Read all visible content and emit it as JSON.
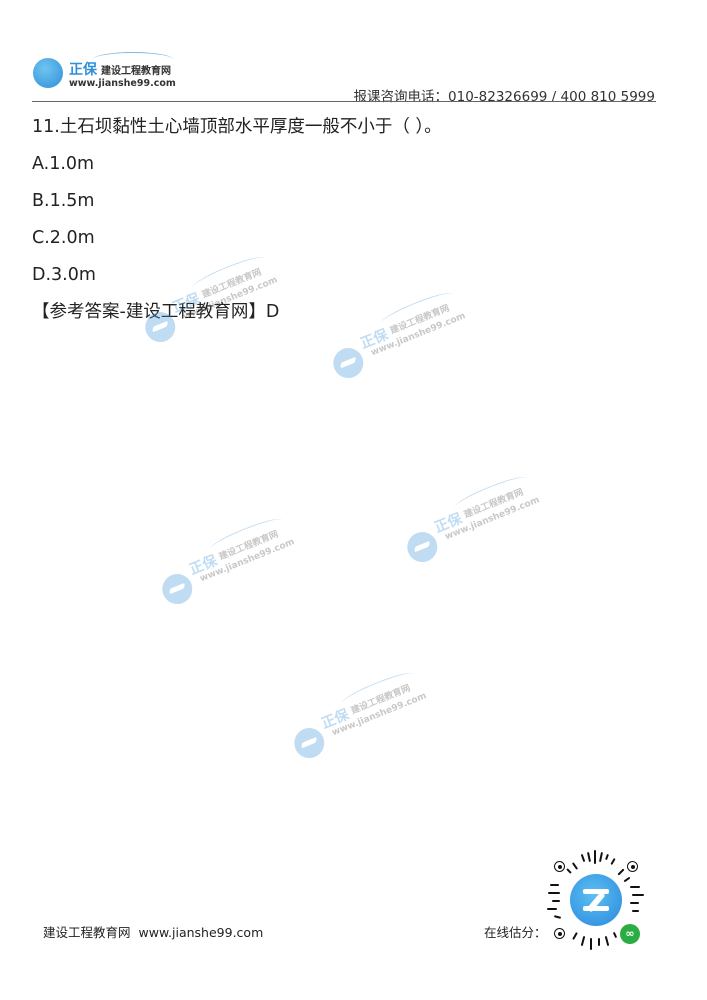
{
  "header": {
    "logo": {
      "brand": "正保",
      "name": "建设工程教育网",
      "url": "www.jianshe99.com"
    },
    "phone_label": "报课咨询电话：",
    "phone_numbers": "010-82326699 / 400 810 5999"
  },
  "question": {
    "stem": "11.土石坝黏性土心墙顶部水平厚度一般不小于（      ）。",
    "options": [
      {
        "label": "A.1.0m"
      },
      {
        "label": "B.1.5m"
      },
      {
        "label": "C.2.0m"
      },
      {
        "label": "D.3.0m"
      }
    ],
    "answer": "【参考答案-建设工程教育网】D"
  },
  "watermark": {
    "brand": "正保",
    "name": "建设工程教育网",
    "url": "www.jianshe99.com"
  },
  "footer": {
    "site_name": "建设工程教育网",
    "site_url": "www.jianshe99.com",
    "estimate_label": "在线估分："
  },
  "colors": {
    "brand_blue": "#2f8fd8",
    "miniprogram_green": "#2aae43",
    "text": "#222222",
    "rule": "#666666"
  }
}
